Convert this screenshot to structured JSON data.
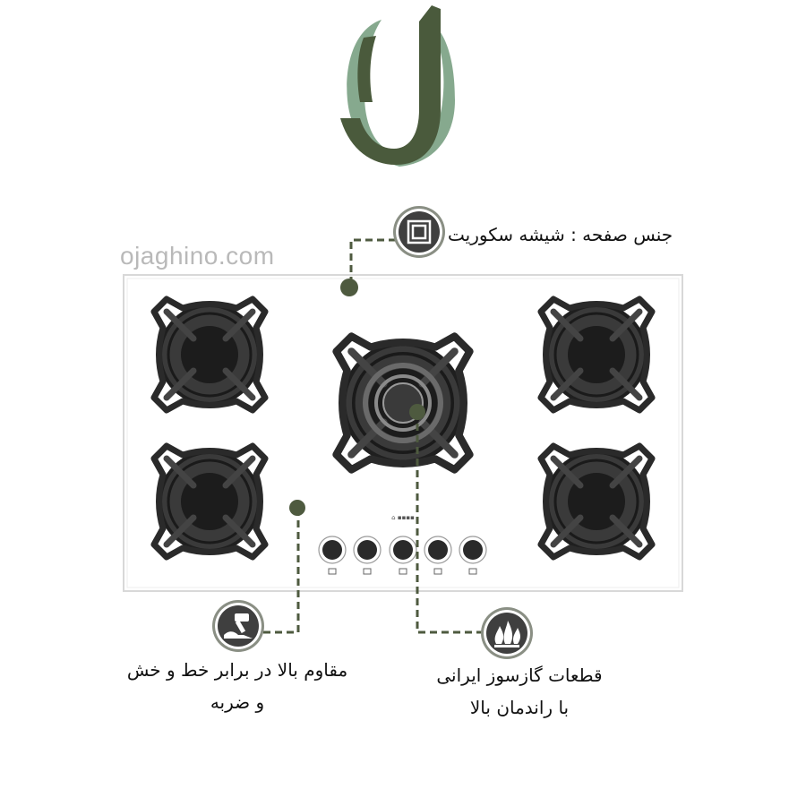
{
  "watermark": "ojaghino.com",
  "callouts": {
    "glass": {
      "text": "جنس صفحه : شیشه سکوریت",
      "icon": "tempered-glass-icon"
    },
    "impact": {
      "line1": "مقاوم بالا در برابر خط و خش",
      "line2": "و ضربه",
      "icon": "hammer-impact-icon"
    },
    "burners": {
      "line1": "قطعات گازسوز ایرانی",
      "line2": "با راندمان بالا",
      "icon": "flame-burner-icon"
    }
  },
  "colors": {
    "logo_dark": "#4a5a3c",
    "logo_light": "#86a98e",
    "leader": "#4e5a3f",
    "grate": "#2e2e2e",
    "glass_panel": "#ffffff"
  }
}
